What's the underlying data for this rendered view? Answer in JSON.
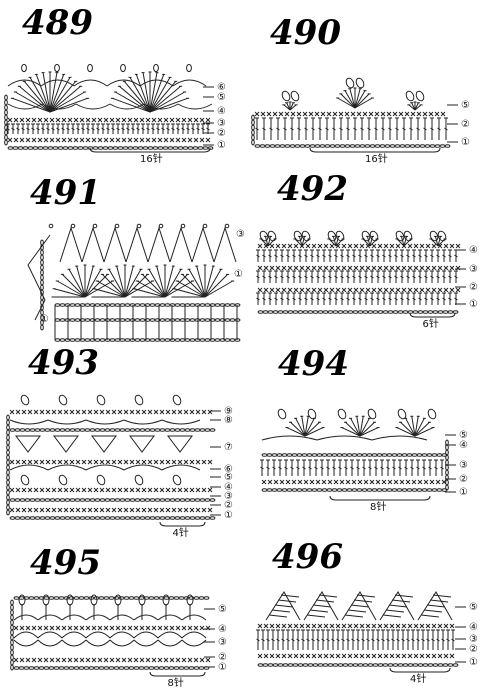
{
  "patterns": [
    {
      "number": "489",
      "rows": [
        "⑥",
        "⑤",
        "④",
        "③",
        "②",
        "①"
      ],
      "repeat": "16针"
    },
    {
      "number": "490",
      "rows": [
        "⑤",
        "②",
        "①"
      ],
      "repeat": "16针"
    },
    {
      "number": "491",
      "rows": [
        "③",
        "①",
        "①"
      ],
      "repeat": ""
    },
    {
      "number": "492",
      "rows": [
        "④",
        "③",
        "②",
        "①"
      ],
      "repeat": "6针"
    },
    {
      "number": "493",
      "rows": [
        "⑨",
        "⑧",
        "⑦",
        "⑥",
        "⑤",
        "④",
        "③",
        "②",
        "①"
      ],
      "repeat": "4针"
    },
    {
      "number": "494",
      "rows": [
        "⑤",
        "④",
        "③",
        "②",
        "①"
      ],
      "repeat": "8针"
    },
    {
      "number": "495",
      "rows": [
        "⑤",
        "④",
        "③",
        "②",
        "①"
      ],
      "repeat": "8针"
    },
    {
      "number": "496",
      "rows": [
        "⑤",
        "④",
        "③",
        "②",
        "①"
      ],
      "repeat": "4针"
    }
  ]
}
